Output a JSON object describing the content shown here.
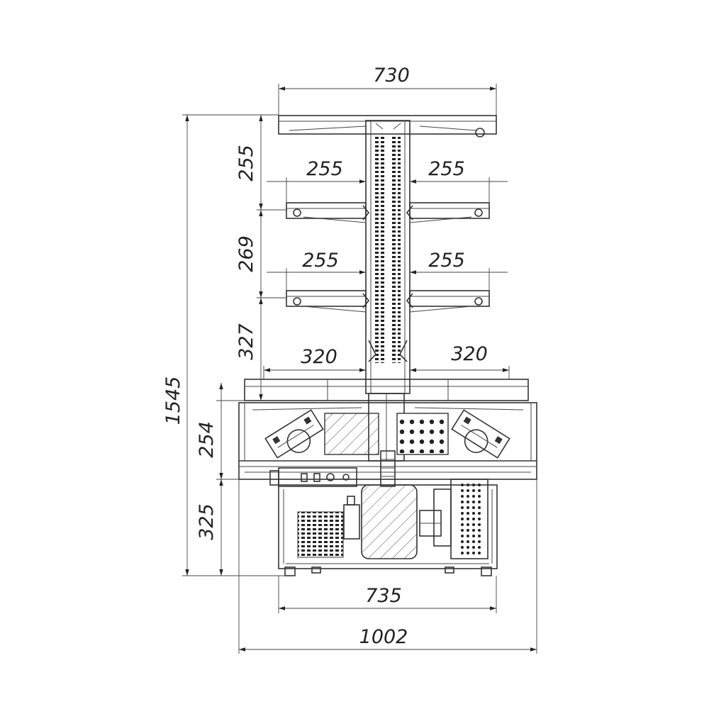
{
  "dimensions": {
    "top_width": "730",
    "shelf1_left": "255",
    "shelf1_right": "255",
    "shelf2_left": "255",
    "shelf2_right": "255",
    "base_left": "320",
    "base_right": "320",
    "base_width": "735",
    "total_width": "1002",
    "total_height": "1545",
    "h_top": "255",
    "h_middle": "269",
    "h_lower": "327",
    "h_tub": "254",
    "h_machine": "325"
  }
}
